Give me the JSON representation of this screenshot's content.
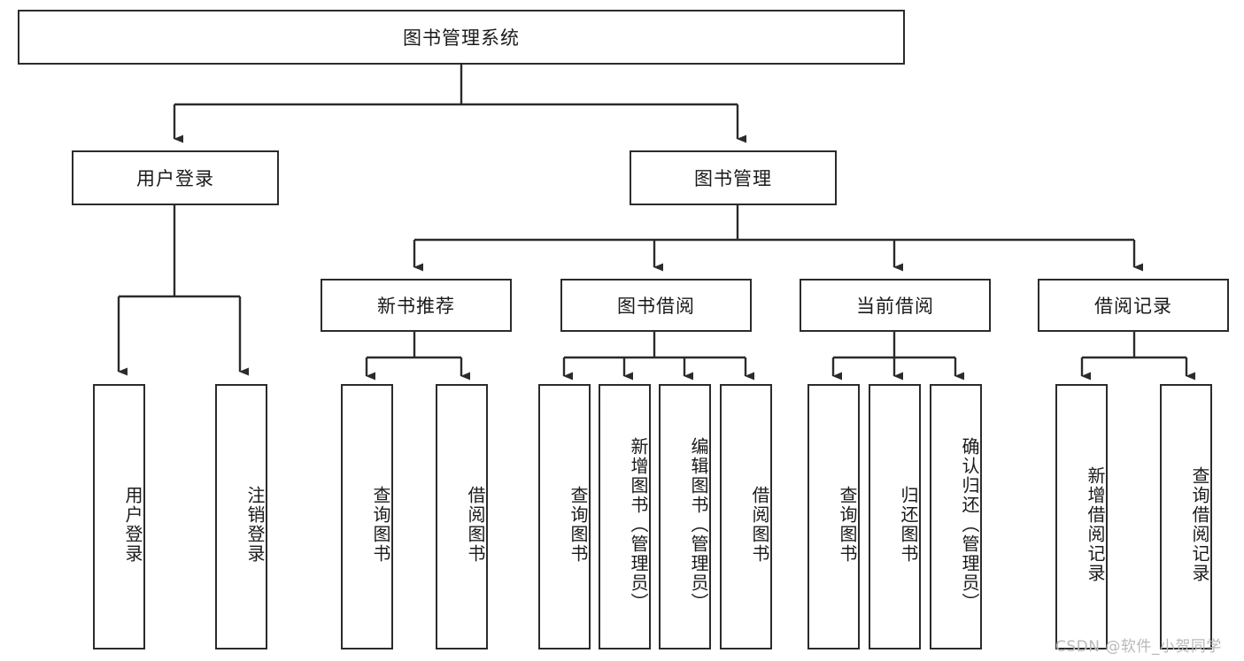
{
  "diagram": {
    "title_box": {
      "label": "图书管理系统"
    },
    "level2": [
      {
        "label": "用户登录"
      },
      {
        "label": "图书管理"
      }
    ],
    "level3": [
      {
        "label": "新书推荐"
      },
      {
        "label": "图书借阅"
      },
      {
        "label": "当前借阅"
      },
      {
        "label": "借阅记录"
      }
    ],
    "leaves": {
      "user_login": [
        {
          "label": "用户登录"
        },
        {
          "label": "注销登录"
        }
      ],
      "new_book_recommend": [
        {
          "label": "查询图书"
        },
        {
          "label": "借阅图书"
        }
      ],
      "book_borrow": [
        {
          "label": "查询图书"
        },
        {
          "label": "新增图书（管理员）"
        },
        {
          "label": "编辑图书（管理员）"
        },
        {
          "label": "借阅图书"
        }
      ],
      "current_borrow": [
        {
          "label": "查询图书"
        },
        {
          "label": "归还图书"
        },
        {
          "label": "确认归还（管理员）"
        }
      ],
      "borrow_record": [
        {
          "label": "新增借阅记录"
        },
        {
          "label": "查询借阅记录"
        }
      ]
    },
    "watermark": {
      "text": "CSDN @软件_小贺同学"
    },
    "colors": {
      "stroke": "#2b2b2b",
      "fill": "#ffffff",
      "text": "#1a1a1a",
      "watermark": "#b9b9b9"
    }
  }
}
